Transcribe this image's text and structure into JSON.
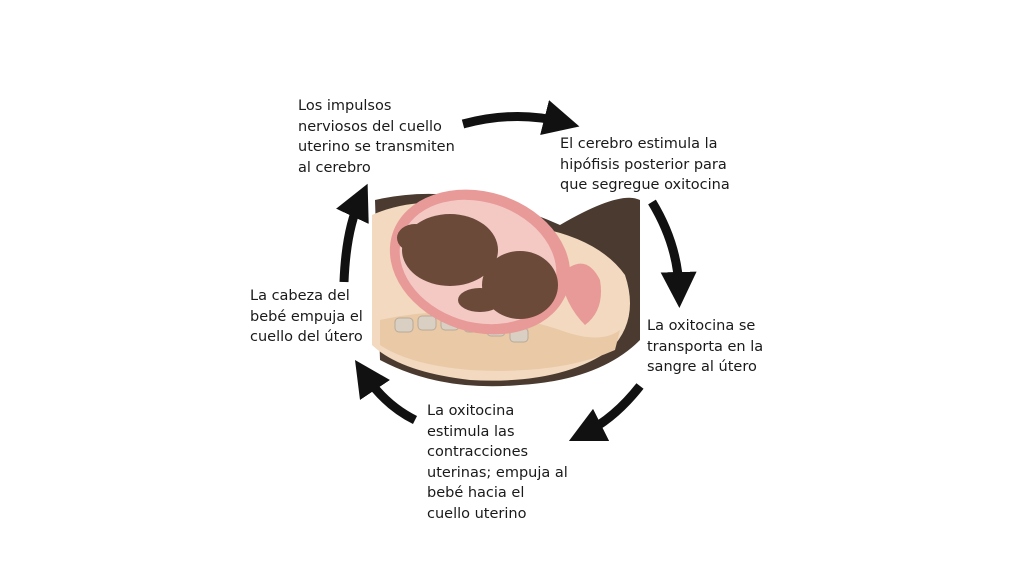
{
  "diagram": {
    "steps": [
      {
        "text": "Los impulsos\nnerviosos del cuello\nuterino se transmiten\nal cerebro"
      },
      {
        "text": "El cerebro estimula la\nhipófisis posterior para\nque segregue oxitocina"
      },
      {
        "text": "La oxitocina se\ntransporta en la\nsangre al útero"
      },
      {
        "text": "La oxitocina\nestimula las\ncontracciones\nuterinas; empuja al\nbebé hacia el\ncuello uterino"
      },
      {
        "text": "La cabeza del\nbebé empuja el\ncuello del útero"
      }
    ],
    "colors": {
      "arrow": "#111111",
      "skin": "#f2d9bf",
      "uterus": "#e8a0a0",
      "fetus": "#6b4a3a"
    }
  }
}
